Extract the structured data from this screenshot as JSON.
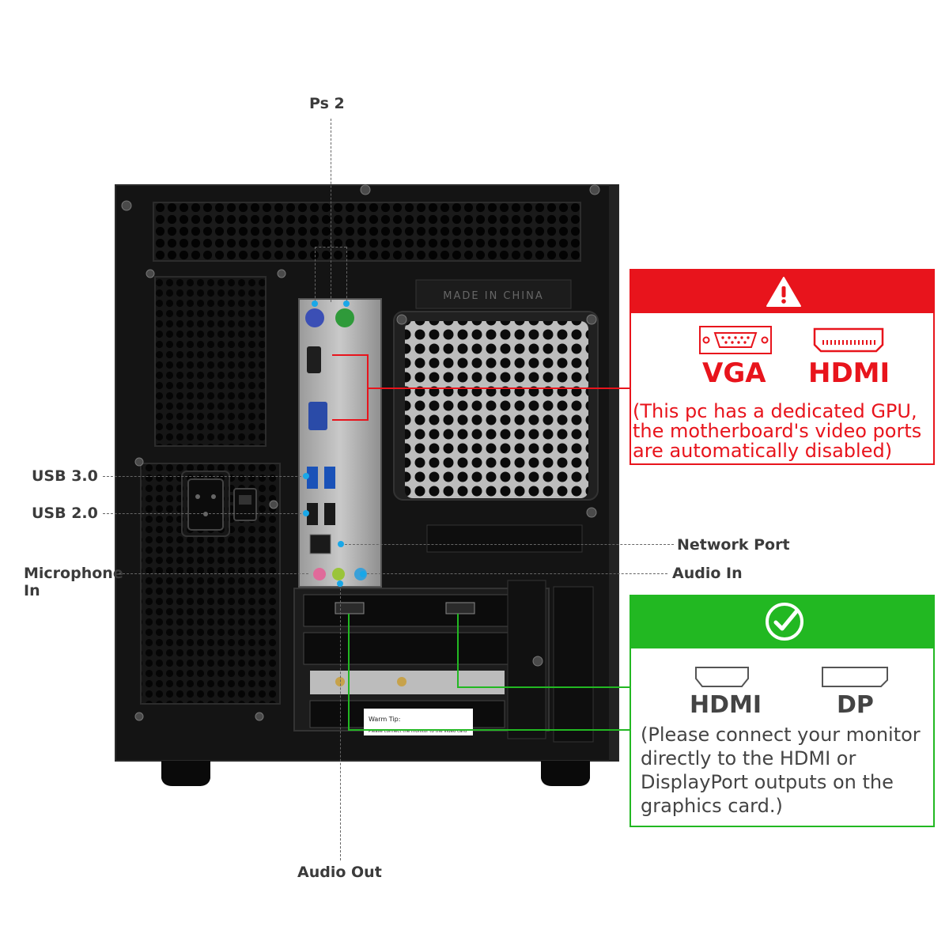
{
  "labels": {
    "ps2": "Ps 2",
    "usb30": "USB 3.0",
    "usb20": "USB 2.0",
    "microphone": "Microphone",
    "microphone_in": "In",
    "network_port": "Network Port",
    "audio_in": "Audio In",
    "audio_out": "Audio Out"
  },
  "case_text": {
    "made_in": "MADE IN CHINA",
    "warm_tip": "Warm Tip:",
    "warm_tip_body": "Please connect the monitor to the video card"
  },
  "warning_panel": {
    "icon": "warning-triangle-icon",
    "vga": "VGA",
    "hdmi": "HDMI",
    "note_line1": "(This pc has a dedicated GPU,",
    "note_line2": "the motherboard's video ports",
    "note_line3": "are automatically disabled)",
    "color": "#e8141c"
  },
  "ok_panel": {
    "icon": "check-circle-icon",
    "hdmi": "HDMI",
    "dp": "DP",
    "note_line1": "(Please connect your monitor",
    "note_line2": "directly to the HDMI or",
    "note_line3": "DisplayPort outputs on the",
    "note_line4": "graphics card.)",
    "color": "#22b822"
  }
}
